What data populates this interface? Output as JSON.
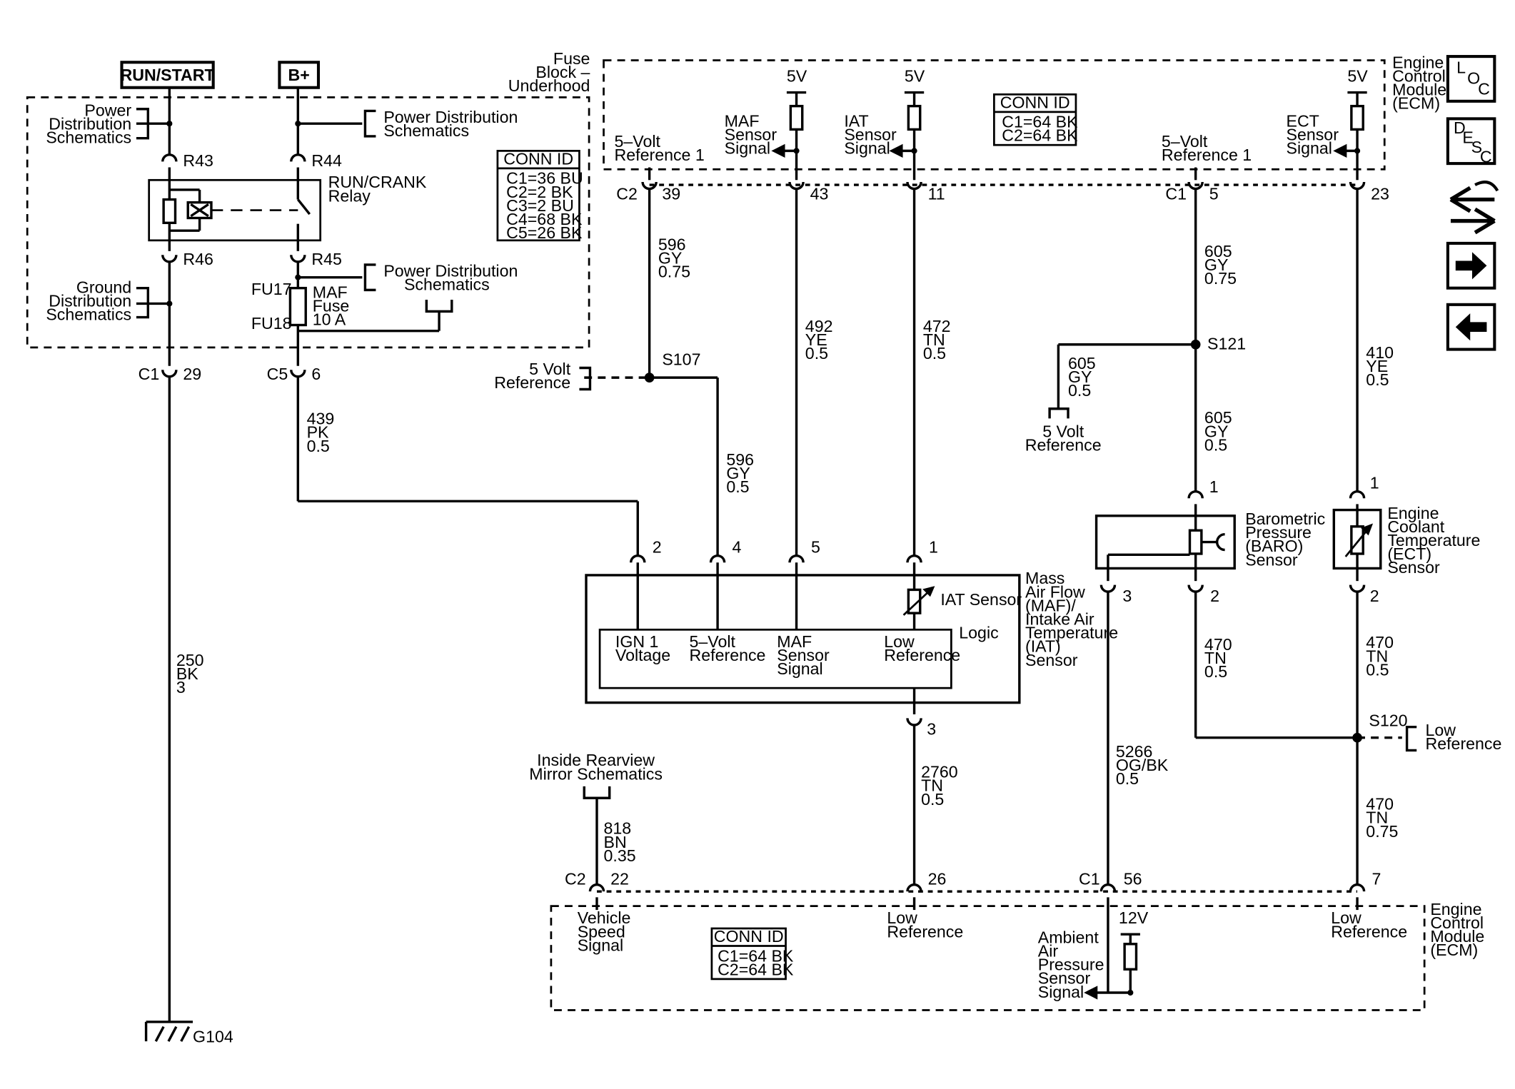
{
  "header": {
    "run_start": "RUN/START",
    "b_plus": "B+"
  },
  "labels": {
    "pwr_dist_1": [
      "Power",
      "Distribution",
      "Schematics"
    ],
    "pwr_dist_2": [
      "Power Distribution",
      "Schematics"
    ],
    "pwr_dist_3": [
      "Power Distribution",
      "Schematics"
    ],
    "ground_dist": [
      "Ground",
      "Distribution",
      "Schematics"
    ],
    "relay": [
      "RUN/CRANK",
      "Relay"
    ],
    "r43": "R43",
    "r44": "R44",
    "r45": "R45",
    "r46": "R46",
    "fu17": "FU17",
    "fu18": "FU18",
    "maf_fuse": [
      "MAF",
      "Fuse",
      "10 A"
    ],
    "fuse_block": [
      "Fuse",
      "Block –",
      "Underhood"
    ],
    "ecm_top": [
      "Engine",
      "Control",
      "Module",
      "(ECM)"
    ],
    "ecm_bottom": [
      "Engine",
      "Control",
      "Module",
      "(ECM)"
    ],
    "ref_5v_1": [
      "5–Volt",
      "Reference 1"
    ],
    "ref_5v_2": [
      "5–Volt",
      "Reference 1"
    ],
    "maf_signal": [
      "MAF",
      "Sensor",
      "Signal"
    ],
    "iat_signal": [
      "IAT",
      "Sensor",
      "Signal"
    ],
    "ect_signal": [
      "ECT",
      "Sensor",
      "Signal"
    ],
    "v5_a": "5V",
    "v5_b": "5V",
    "v5_c": "5V",
    "v12": "12V",
    "five_volt_ref_left": [
      "5 Volt",
      "Reference"
    ],
    "five_volt_ref_mid": [
      "5 Volt",
      "Reference"
    ],
    "low_ref_right": [
      "Low",
      "Reference"
    ],
    "s107": "S107",
    "s121": "S121",
    "s120": "S120",
    "maf_sensor": [
      "Mass",
      "Air Flow",
      "(MAF)/",
      "Intake Air",
      "Temperature",
      "(IAT)",
      "Sensor"
    ],
    "iat_sensor": "IAT Sensor",
    "logic": "Logic",
    "ign1": [
      "IGN 1",
      "Voltage"
    ],
    "ref5": [
      "5–Volt",
      "Reference"
    ],
    "maf_sig_box": [
      "MAF",
      "Sensor",
      "Signal"
    ],
    "low_ref_box": [
      "Low",
      "Reference"
    ],
    "baro": [
      "Barometric",
      "Pressure",
      "(BARO)",
      "Sensor"
    ],
    "ect": [
      "Engine",
      "Coolant",
      "Temperature",
      "(ECT)",
      "Sensor"
    ],
    "mirror": [
      "Inside Rearview",
      "Mirror Schematics"
    ],
    "vehicle_speed": [
      "Vehicle",
      "Speed",
      "Signal"
    ],
    "low_ref_ecm1": [
      "Low",
      "Reference"
    ],
    "low_ref_ecm2": [
      "Low",
      "Reference"
    ],
    "ambient": [
      "Ambient",
      "Air",
      "Pressure",
      "Sensor",
      "Signal"
    ],
    "g104": "G104"
  },
  "conn_tables": {
    "relay_block": {
      "title": "CONN ID",
      "rows": [
        "C1=36 BU",
        "C2=2 BK",
        "C3=2 BU",
        "C4=68 BK",
        "C5=26 BK"
      ]
    },
    "ecm_top": {
      "title": "CONN ID",
      "rows": [
        "C1=64 BK",
        "C2=64 BK"
      ]
    },
    "ecm_bottom": {
      "title": "CONN ID",
      "rows": [
        "C1=64 BK",
        "C2=64 BK"
      ]
    }
  },
  "connectors": {
    "c1_29": [
      "C1",
      "29"
    ],
    "c5_6": [
      "C5",
      "6"
    ],
    "c2_39": [
      "C2",
      "39"
    ],
    "p43": "43",
    "p11": "11",
    "c1_5": [
      "C1",
      "5"
    ],
    "p23": "23",
    "p2": "2",
    "p4": "4",
    "p5": "5",
    "p1": "1",
    "p3": "3",
    "baro1": "1",
    "baro3": "3",
    "baro2": "2",
    "ect1": "1",
    "ect2": "2",
    "c2_22": [
      "C2",
      "22"
    ],
    "p26": "26",
    "c1_56": [
      "C1",
      "56"
    ],
    "p7": "7"
  },
  "wires": {
    "w596a": [
      "596",
      "GY",
      "0.75"
    ],
    "w492": [
      "492",
      "YE",
      "0.5"
    ],
    "w472": [
      "472",
      "TN",
      "0.5"
    ],
    "w605a": [
      "605",
      "GY",
      "0.75"
    ],
    "w605b": [
      "605",
      "GY",
      "0.5"
    ],
    "w605c": [
      "605",
      "GY",
      "0.5"
    ],
    "w410": [
      "410",
      "YE",
      "0.5"
    ],
    "w439": [
      "439",
      "PK",
      "0.5"
    ],
    "w596b": [
      "596",
      "GY",
      "0.5"
    ],
    "w250": [
      "250",
      "BK",
      "3"
    ],
    "w470a": [
      "470",
      "TN",
      "0.5"
    ],
    "w470b": [
      "470",
      "TN",
      "0.5"
    ],
    "w470c": [
      "470",
      "TN",
      "0.75"
    ],
    "w5266": [
      "5266",
      "OG/BK",
      "0.5"
    ],
    "w2760": [
      "2760",
      "TN",
      "0.5"
    ],
    "w818": [
      "818",
      "BN",
      "0.35"
    ]
  },
  "nav": {
    "loc": [
      "L",
      "O",
      "C"
    ],
    "desc": [
      "D",
      "E",
      "S",
      "C"
    ],
    "icons": [
      "connector-icon",
      "forward-arrow-icon",
      "back-arrow-icon"
    ]
  }
}
